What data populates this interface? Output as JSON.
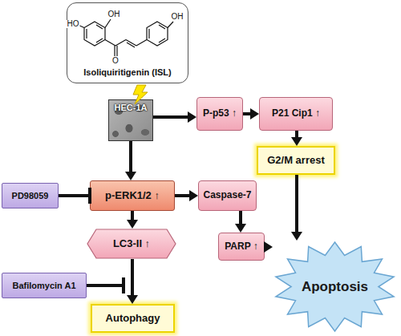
{
  "diagram": {
    "nodes": [
      {
        "text": [
          "Isoliquiritigenin (ISL)"
        ]
      },
      {
        "text": [
          "HEC-1A"
        ]
      },
      {
        "text": [
          "P-p53 ↑"
        ]
      },
      {
        "text": [
          "P21 Cip1 ↑"
        ]
      },
      {
        "text": [
          "p-ERK1/2 ↑"
        ]
      },
      {
        "text": [
          "PD98059"
        ]
      },
      {
        "text": [
          "Caspase-7"
        ]
      },
      {
        "text": [
          "G2/M arrest"
        ]
      },
      {
        "text": [
          "LC3-II ↑"
        ]
      },
      {
        "text": [
          "PARP ↑"
        ]
      },
      {
        "text": [
          "Apoptosis"
        ]
      },
      {
        "text": [
          "Bafilomycin A1"
        ]
      },
      {
        "text": [
          "Autophagy"
        ]
      }
    ],
    "edges": [
      {
        "from": 1,
        "to": 2,
        "arrow": "to"
      },
      {
        "from": 2,
        "to": 3,
        "arrow": "to"
      },
      {
        "from": 3,
        "to": 7,
        "arrow": "to"
      },
      {
        "from": 1,
        "to": 4,
        "arrow": "to"
      },
      {
        "from": 4,
        "to": 6,
        "arrow": "to"
      },
      {
        "from": 4,
        "to": 8,
        "arrow": "to"
      },
      {
        "from": 5,
        "to": 4,
        "arrow": "to"
      },
      {
        "from": 6,
        "to": 9,
        "arrow": "to"
      },
      {
        "from": 9,
        "to": 10,
        "arrow": "to"
      },
      {
        "from": 7,
        "to": 10,
        "arrow": "to"
      },
      {
        "from": 8,
        "to": 12,
        "arrow": "to"
      }
    ],
    "labels": [
      "HO",
      "OH",
      "O",
      "OH"
    ]
  }
}
